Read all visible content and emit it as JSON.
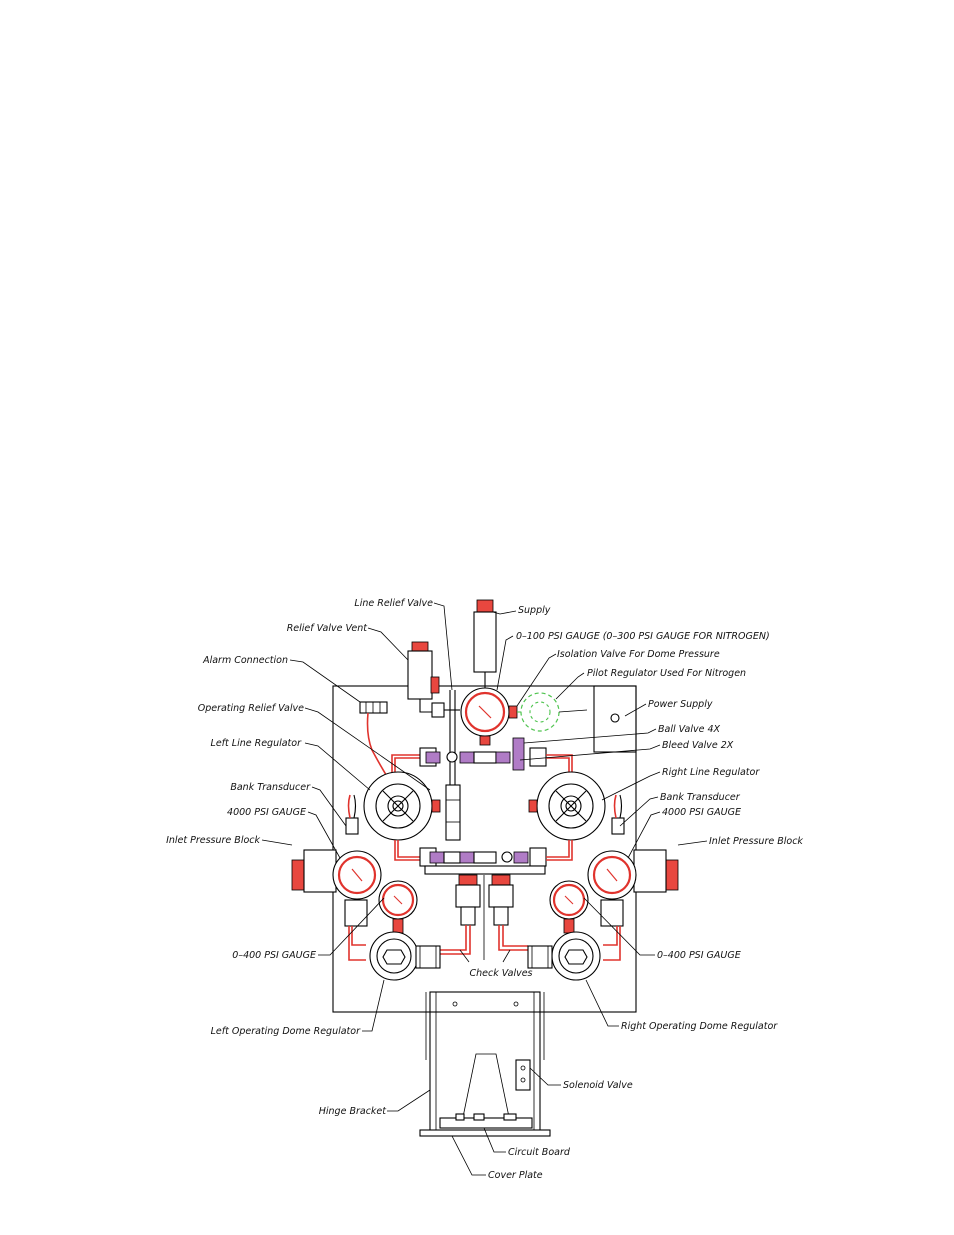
{
  "labels": {
    "line_relief_valve": "Line Relief Valve",
    "supply": "Supply",
    "relief_valve_vent": "Relief Valve Vent",
    "gauge_0_100": "0–100 PSI GAUGE (0–300 PSI GAUGE FOR NITROGEN)",
    "isolation_valve": "Isolation Valve For Dome Pressure",
    "alarm_connection": "Alarm Connection",
    "pilot_regulator": "Pilot Regulator Used For Nitrogen",
    "operating_relief_valve": "Operating Relief Valve",
    "power_supply": "Power Supply",
    "ball_valve": "Ball Valve 4X",
    "left_line_regulator": "Left Line Regulator",
    "bleed_valve": "Bleed Valve 2X",
    "right_line_regulator": "Right Line Regulator",
    "bank_transducer_left": "Bank Transducer",
    "bank_transducer_right": "Bank Transducer",
    "gauge_4000_left": "4000 PSI GAUGE",
    "gauge_4000_right": "4000 PSI GAUGE",
    "inlet_block_left": "Inlet Pressure Block",
    "inlet_block_right": "Inlet Pressure Block",
    "gauge_0_400_left": "0–400 PSI GAUGE",
    "gauge_0_400_right": "0–400 PSI GAUGE",
    "check_valves": "Check Valves",
    "left_dome_regulator": "Left Operating Dome Regulator",
    "right_dome_regulator": "Right Operating Dome Regulator",
    "solenoid_valve": "Solenoid Valve",
    "hinge_bracket": "Hinge Bracket",
    "circuit_board": "Circuit Board",
    "cover_plate": "Cover Plate"
  },
  "colors": {
    "tubing": "#e0332d",
    "fitting": "#e8473f",
    "valve_handle": "#b07cc6",
    "pilot_regulator": "#4fc44f",
    "line": "#000000"
  }
}
